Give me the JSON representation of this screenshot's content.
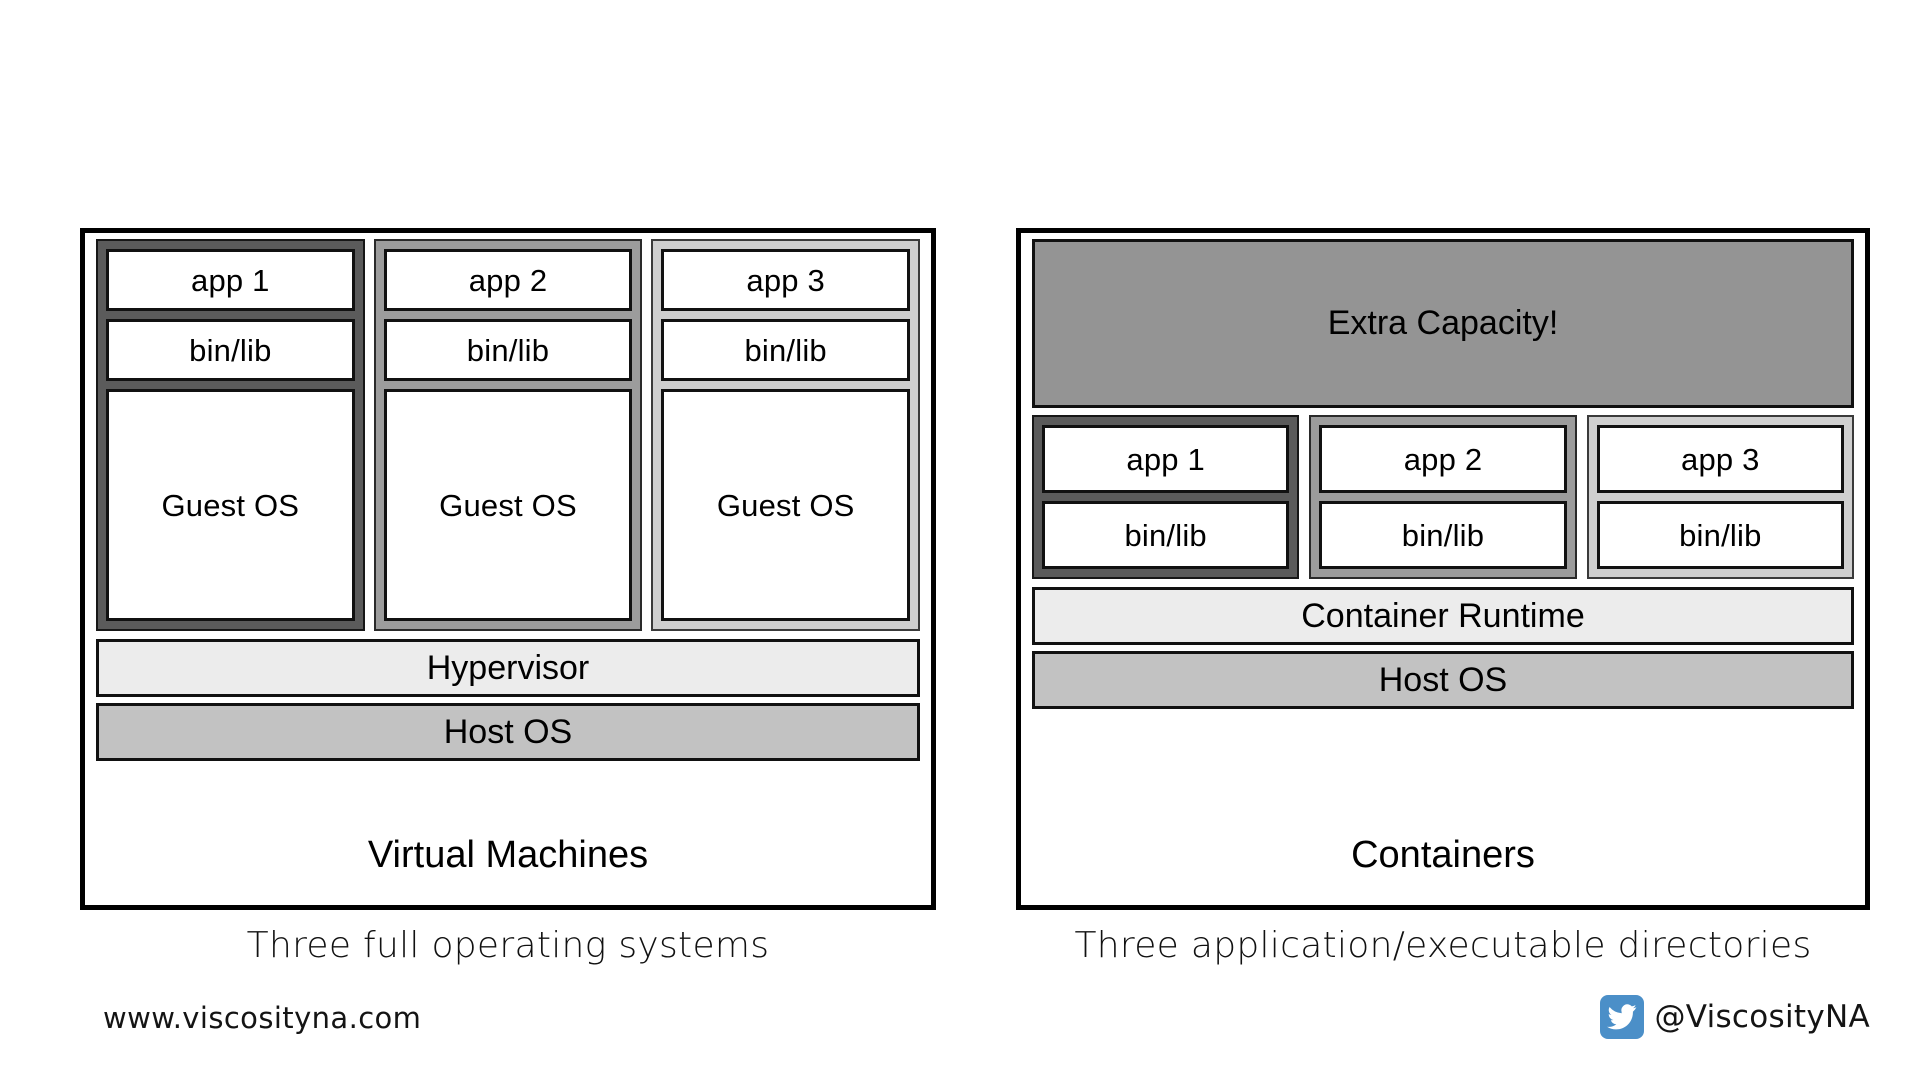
{
  "colors": {
    "outline": "#000000",
    "tone_dark": "#5b5b5b",
    "tone_mid": "#9c9c9c",
    "tone_light": "#cfcfcf",
    "capacity_fill": "#949494",
    "runtime_fill": "#ececec",
    "hostos_fill": "#c2c2c2",
    "twitter_blue": "#4b8fc8",
    "background": "#ffffff"
  },
  "vm_panel": {
    "title": "Virtual Machines",
    "caption": "Three full operating systems",
    "stacks": [
      {
        "tone": "dark",
        "app": "app 1",
        "bin": "bin/lib",
        "guest": "Guest OS"
      },
      {
        "tone": "mid",
        "app": "app 2",
        "bin": "bin/lib",
        "guest": "Guest OS"
      },
      {
        "tone": "light",
        "app": "app 3",
        "bin": "bin/lib",
        "guest": "Guest OS"
      }
    ],
    "bars": [
      {
        "label": "Hypervisor",
        "fill": "runtime"
      },
      {
        "label": "Host OS",
        "fill": "hostos"
      }
    ]
  },
  "container_panel": {
    "title": "Containers",
    "caption": "Three application/executable directories",
    "capacity_label": "Extra Capacity!",
    "stacks": [
      {
        "tone": "dark",
        "app": "app 1",
        "bin": "bin/lib"
      },
      {
        "tone": "mid",
        "app": "app 2",
        "bin": "bin/lib"
      },
      {
        "tone": "light",
        "app": "app 3",
        "bin": "bin/lib"
      }
    ],
    "bars": [
      {
        "label": "Container Runtime",
        "fill": "runtime"
      },
      {
        "label": "Host OS",
        "fill": "hostos"
      }
    ]
  },
  "footer": {
    "url": "www.viscosityna.com",
    "handle": "@ViscosityNA",
    "icon": "twitter-bird-icon"
  }
}
